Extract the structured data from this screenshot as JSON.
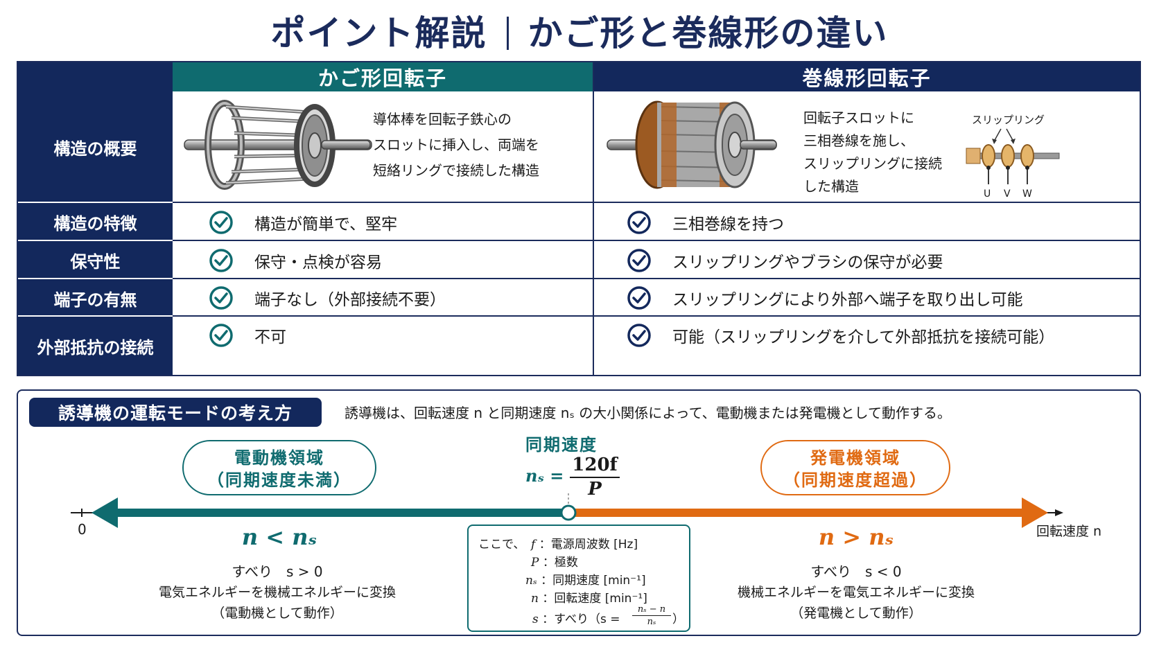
{
  "title": {
    "left": "ポイント解説",
    "right": "かご形と巻線形の違い"
  },
  "table": {
    "columns": [
      "かご形回転子",
      "巻線形回転子"
    ],
    "rows": [
      {
        "label": "構造の概要"
      },
      {
        "label": "構造の特徴",
        "cage": "構造が簡単で、堅牢",
        "wound": "三相巻線を持つ"
      },
      {
        "label": "保守性",
        "cage": "保守・点検が容易",
        "wound": "スリップリングやブラシの保守が必要"
      },
      {
        "label": "端子の有無",
        "cage": "端子なし（外部接続不要）",
        "wound": "スリップリングにより外部へ端子を取り出し可能"
      },
      {
        "label": "外部抵抗の接続",
        "cage": "不可",
        "wound": "可能（スリップリングを介して外部抵抗を接続可能）"
      }
    ],
    "cage_desc": [
      "導体棒を回転子鉄心の",
      "スロットに挿入し、両端を",
      "短絡リングで接続した構造"
    ],
    "wound_desc": [
      "回転子スロットに",
      "三相巻線を施し、",
      "スリップリングに接続",
      "した構造"
    ],
    "slip_ring_label": "スリップリング",
    "phases": [
      "U",
      "V",
      "W"
    ]
  },
  "modes": {
    "badge": "誘導機の運転モードの考え方",
    "intro": "誘導機は、回転速度 n と同期速度 nₛ の大小関係によって、電動機または発電機として動作する。",
    "motor": {
      "name": "電動機領域",
      "sub": "（同期速度未満）",
      "cond": "n < nₛ",
      "slip": "すべり　s > 0",
      "energy": "電気エネルギーを機械エネルギーに変換",
      "action": "（電動機として動作）"
    },
    "generator": {
      "name": "発電機領域",
      "sub": "（同期速度超過）",
      "cond": "n > nₛ",
      "slip": "すべり　s < 0",
      "energy": "機械エネルギーを電気エネルギーに変換",
      "action": "（発電機として動作）"
    },
    "sync": {
      "label": "同期速度",
      "lhs": "nₛ =",
      "num": "120f",
      "den": "P"
    },
    "axis": {
      "zero": "0",
      "label": "回転速度 n"
    },
    "defs": {
      "lead": "ここで、",
      "items": [
        {
          "sym": "f",
          "desc": "：電源周波数 [Hz]"
        },
        {
          "sym": "P",
          "desc": "：極数"
        },
        {
          "sym": "nₛ",
          "desc": "：同期速度 [min⁻¹]"
        },
        {
          "sym": "n",
          "desc": "：回転速度 [min⁻¹]"
        },
        {
          "sym": "s",
          "desc": "：すべり（s ="
        }
      ],
      "slip_num": "nₛ − n",
      "slip_den": "nₛ",
      "slip_close": "）"
    }
  },
  "colors": {
    "navy": "#13285c",
    "teal": "#0f6b6f",
    "orange": "#e06a12"
  },
  "icons": {
    "check": "check-circle-icon"
  }
}
